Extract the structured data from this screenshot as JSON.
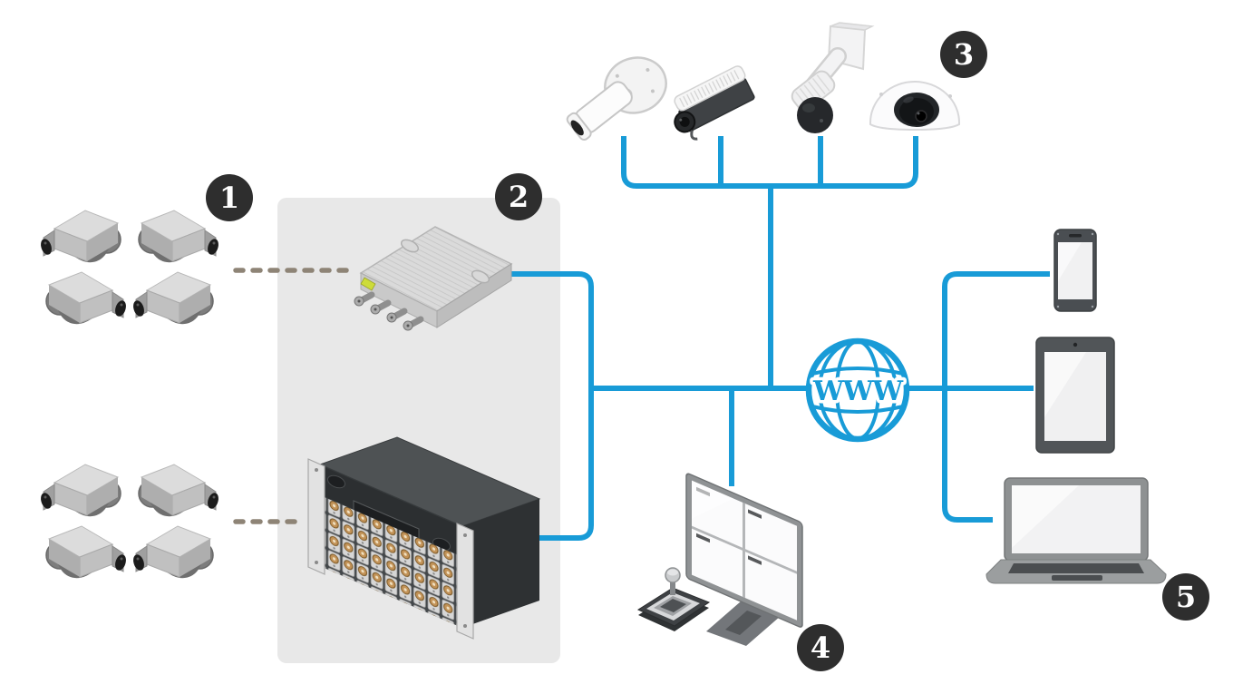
{
  "badges": [
    {
      "label": "1"
    },
    {
      "label": "2"
    },
    {
      "label": "3"
    },
    {
      "label": "4"
    },
    {
      "label": "5"
    }
  ],
  "globe": {
    "label": "WWW"
  },
  "colors": {
    "connection_blue": "#189bd7",
    "zone_background": "#e8e8e8",
    "badge_background": "#2e2e2e",
    "badge_text": "#ffffff",
    "analog_dash": "#8e8476"
  },
  "icons": [
    "analog-camera-icon",
    "video-encoder-icon",
    "rack-video-encoder-icon",
    "bullet-camera-icon",
    "box-camera-icon",
    "ptz-camera-icon",
    "dome-camera-icon",
    "monitor-quad-view-icon",
    "joystick-icon",
    "www-globe-icon",
    "smartphone-icon",
    "tablet-icon",
    "laptop-icon"
  ]
}
